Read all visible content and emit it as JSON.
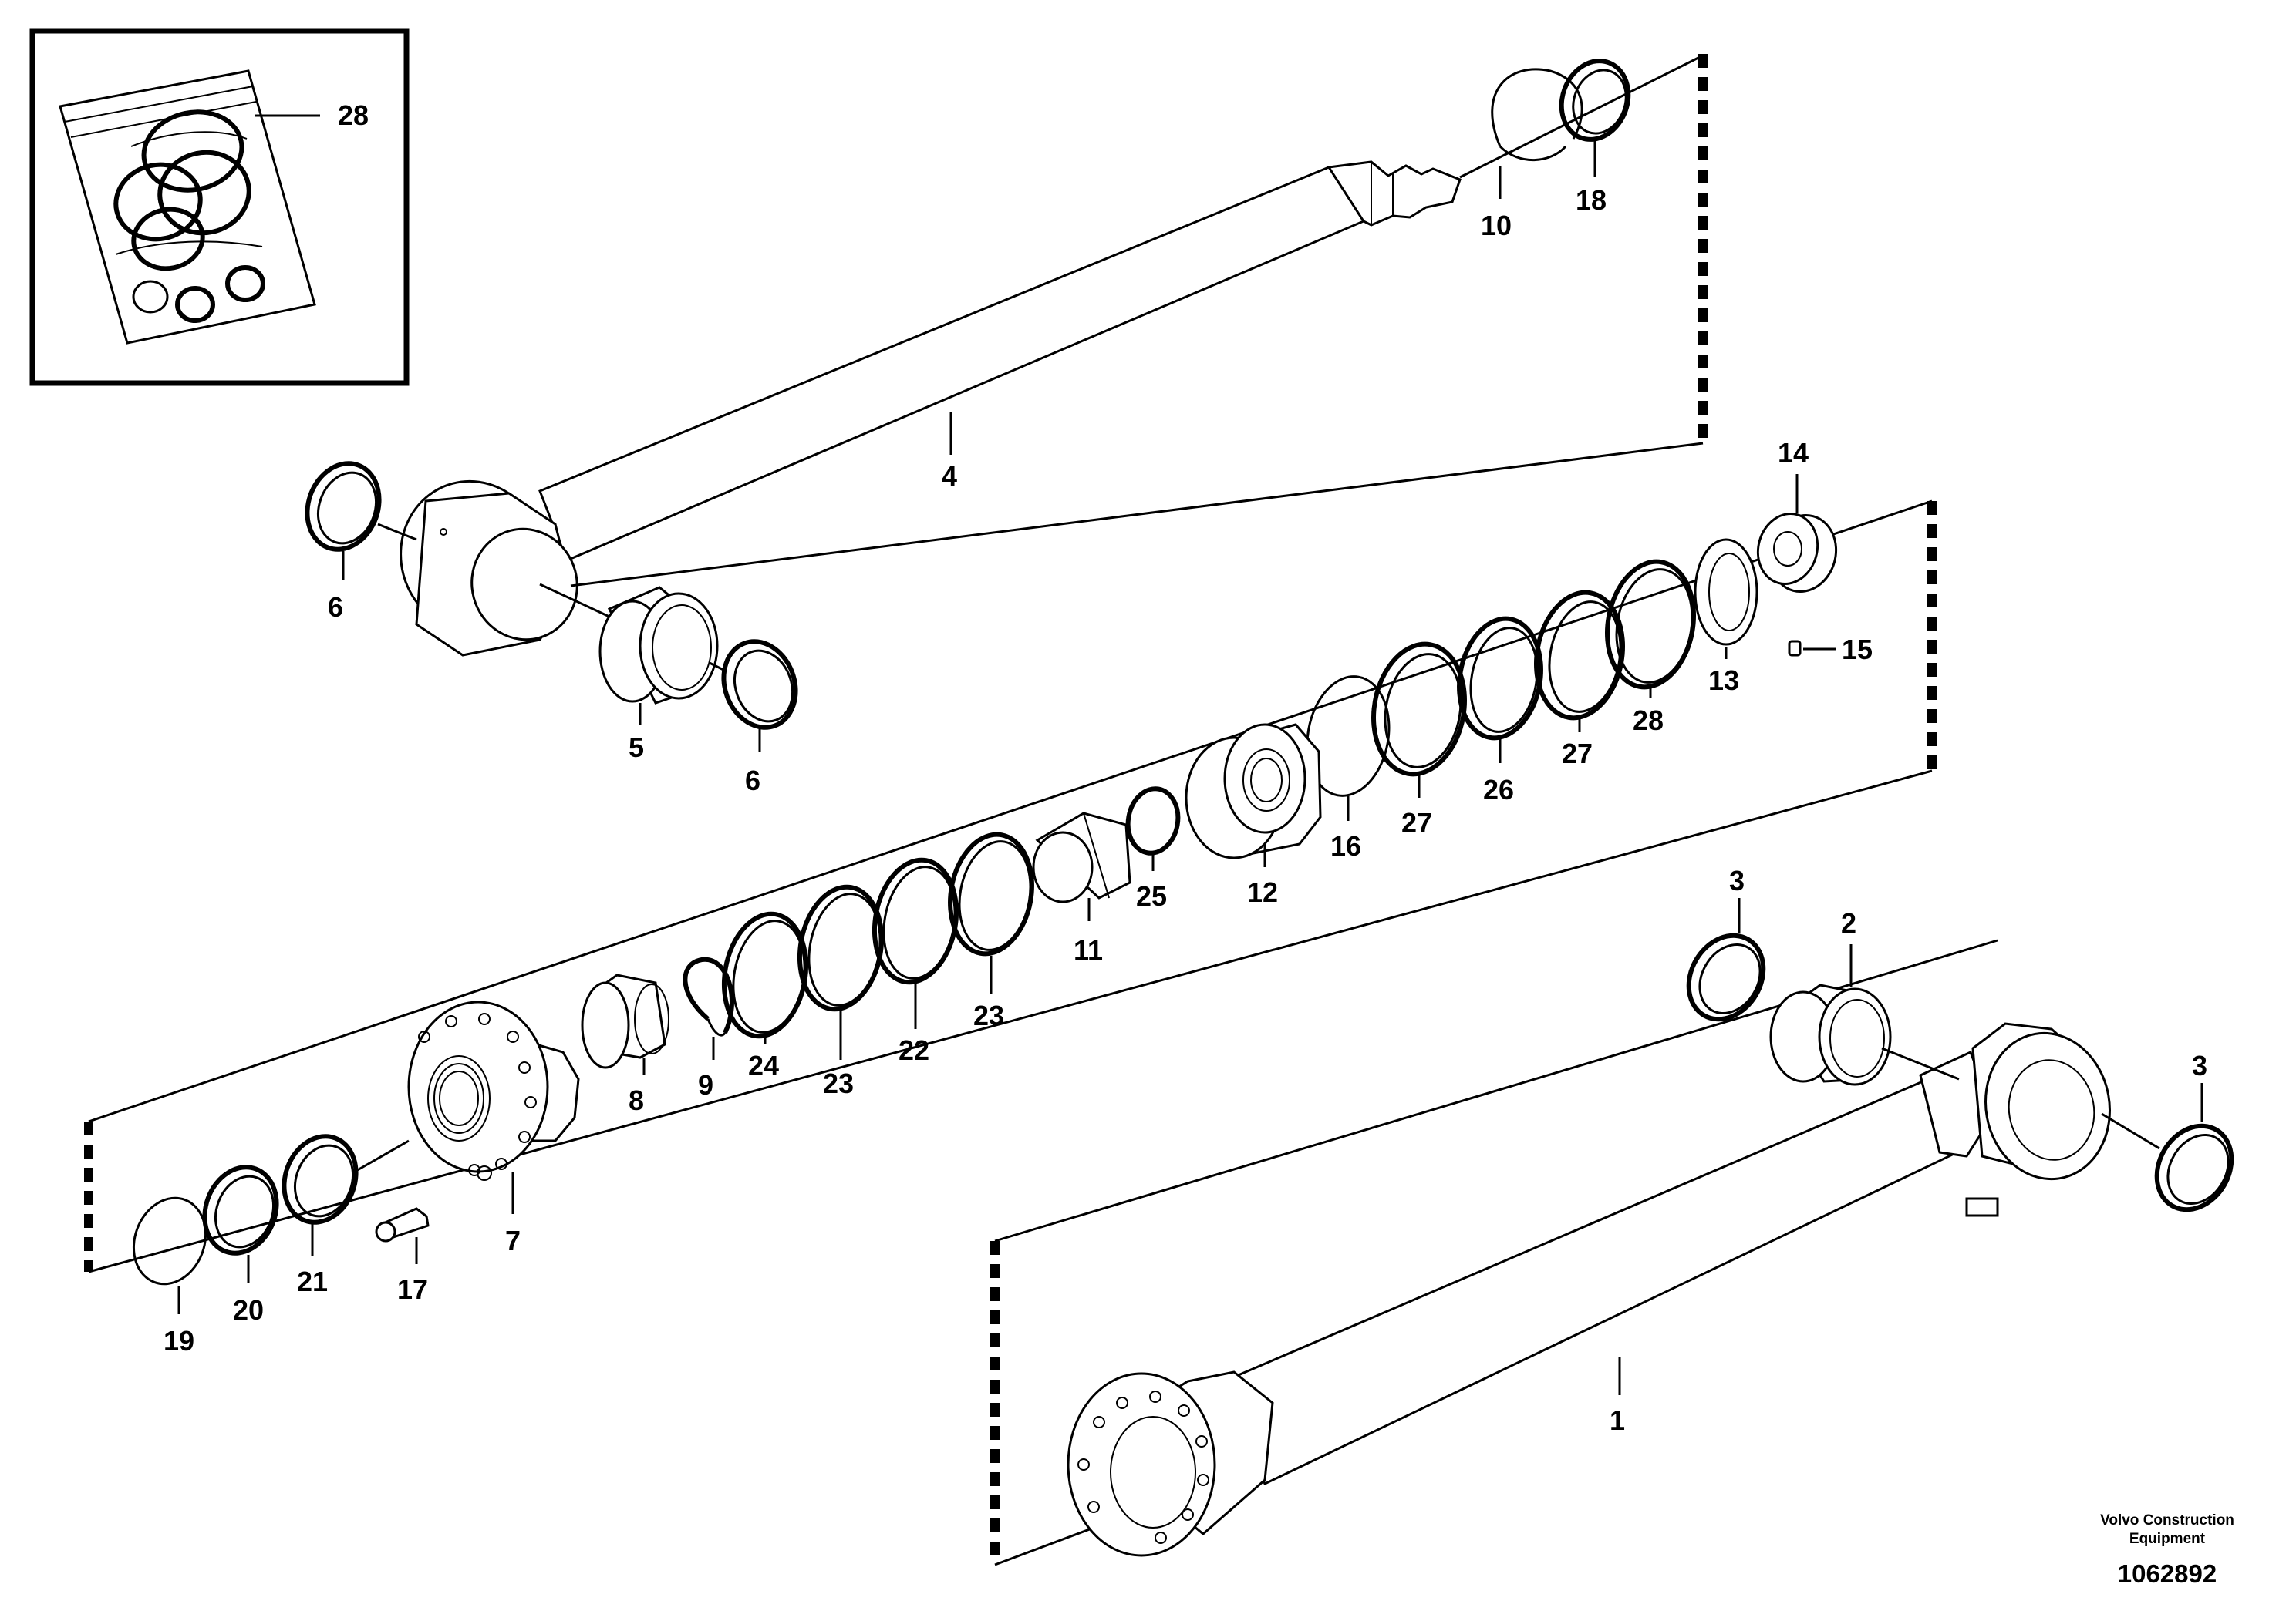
{
  "callouts": {
    "c1": "1",
    "c2": "2",
    "c3a": "3",
    "c3b": "3",
    "c4": "4",
    "c5": "5",
    "c6a": "6",
    "c6b": "6",
    "c7": "7",
    "c8": "8",
    "c9": "9",
    "c10": "10",
    "c11": "11",
    "c12": "12",
    "c13": "13",
    "c14": "14",
    "c15": "15",
    "c16": "16",
    "c17": "17",
    "c18": "18",
    "c19": "19",
    "c20": "20",
    "c21": "21",
    "c22": "22",
    "c23a": "23",
    "c23b": "23",
    "c24": "24",
    "c25": "25",
    "c26": "26",
    "c27a": "27",
    "c27b": "27",
    "c28a": "28",
    "c28b": "28"
  },
  "footer": {
    "publisher_line1": "Volvo Construction",
    "publisher_line2": "Equipment",
    "drawing_number": "1062892"
  }
}
